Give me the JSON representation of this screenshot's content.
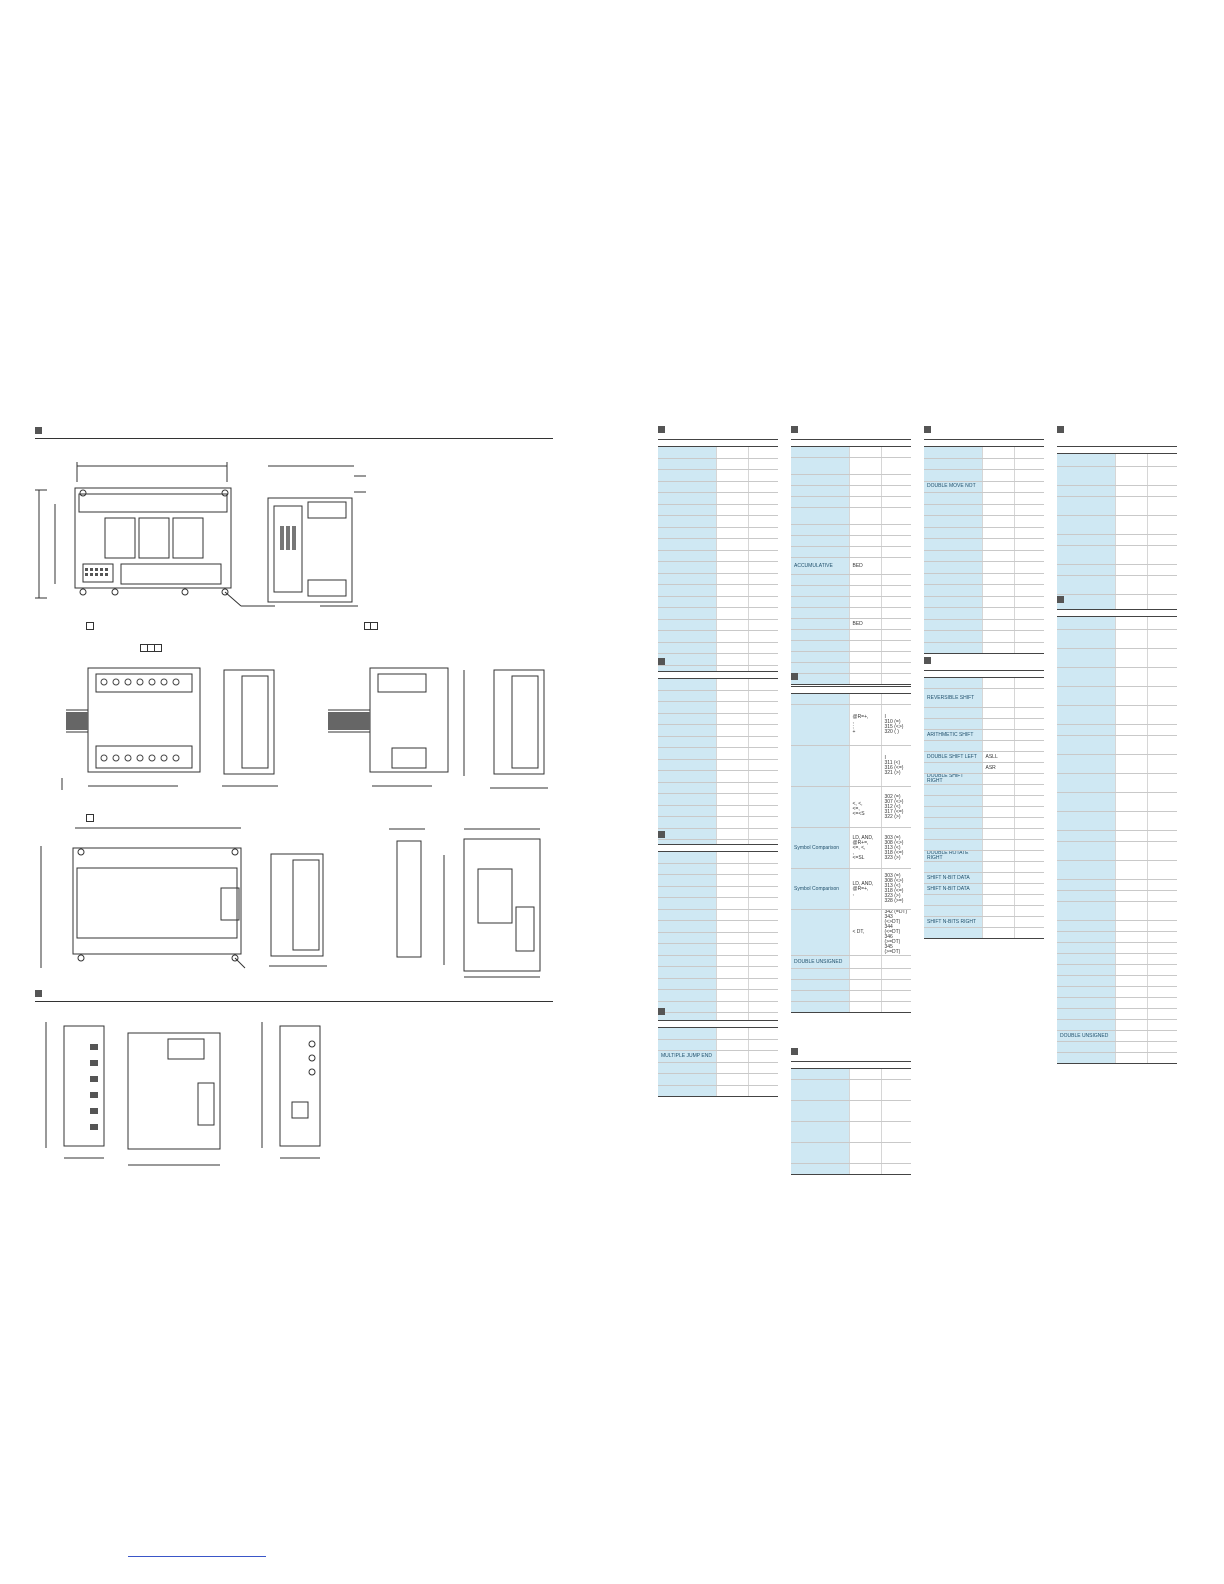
{
  "page": {
    "link_text": ""
  },
  "sections": {
    "dimensions": {
      "title": ""
    },
    "expansion_dimensions": {
      "title": ""
    }
  },
  "tables": [
    {
      "id": "t1",
      "rows": [
        [
          "",
          "",
          ""
        ],
        [
          "",
          "",
          ""
        ],
        [
          "",
          "",
          ""
        ],
        [
          "",
          "",
          ""
        ],
        [
          "",
          "",
          ""
        ],
        [
          "",
          "",
          ""
        ],
        [
          "",
          "",
          ""
        ],
        [
          "",
          "",
          ""
        ],
        [
          "",
          "",
          ""
        ],
        [
          "",
          "",
          ""
        ],
        [
          "",
          "",
          ""
        ],
        [
          "",
          "",
          ""
        ],
        [
          "",
          "",
          ""
        ],
        [
          "",
          "",
          ""
        ],
        [
          "",
          "",
          ""
        ],
        [
          "",
          "",
          ""
        ],
        [
          "",
          "",
          ""
        ],
        [
          "",
          "",
          ""
        ],
        [
          "",
          "",
          ""
        ],
        [
          "",
          "",
          ""
        ]
      ]
    },
    {
      "id": "t2",
      "rows": [
        [
          "",
          "",
          ""
        ],
        [
          "",
          "",
          ""
        ],
        [
          "",
          "",
          ""
        ],
        [
          "",
          "",
          ""
        ],
        [
          "",
          "",
          ""
        ],
        [
          "",
          "",
          ""
        ],
        [
          "",
          "",
          ""
        ],
        [
          "",
          "",
          ""
        ],
        [
          "",
          "",
          ""
        ],
        [
          "",
          "",
          ""
        ],
        [
          "",
          "",
          ""
        ],
        [
          "",
          "",
          ""
        ],
        [
          "",
          "",
          ""
        ],
        [
          "",
          "",
          ""
        ],
        [
          "",
          "",
          ""
        ],
        [
          "",
          "",
          ""
        ],
        [
          "",
          "",
          ""
        ]
      ]
    },
    {
      "id": "t3",
      "rows": [
        [
          "",
          "",
          ""
        ],
        [
          "",
          "",
          ""
        ],
        [
          "",
          "",
          ""
        ],
        [
          "",
          "",
          ""
        ],
        [
          "",
          "",
          ""
        ],
        [
          "",
          "",
          ""
        ],
        [
          "",
          "",
          ""
        ],
        [
          "",
          "",
          ""
        ],
        [
          "",
          "",
          ""
        ],
        [
          "",
          "",
          ""
        ],
        [
          "",
          "",
          ""
        ],
        [
          "",
          "",
          ""
        ],
        [
          "",
          "",
          ""
        ],
        [
          "",
          "",
          ""
        ],
        [
          "",
          "",
          ""
        ]
      ]
    },
    {
      "id": "t4",
      "rows": [
        [
          "",
          "",
          ""
        ],
        [
          "",
          "",
          ""
        ],
        [
          "MULTIPLE JUMP END",
          "",
          ""
        ],
        [
          "",
          "",
          ""
        ],
        [
          "",
          "",
          ""
        ],
        [
          "",
          "",
          ""
        ]
      ]
    },
    {
      "id": "t5",
      "rows": [
        [
          "",
          "",
          ""
        ],
        [
          "",
          "",
          ""
        ],
        [
          "",
          "",
          ""
        ],
        [
          "",
          "",
          ""
        ],
        [
          "",
          "",
          ""
        ],
        [
          "",
          "",
          ""
        ],
        [
          "",
          "",
          ""
        ],
        [
          "",
          "",
          ""
        ],
        [
          "",
          "",
          ""
        ],
        [
          "ACCUMULATIVE",
          "BED",
          ""
        ],
        [
          "",
          "",
          ""
        ],
        [
          "",
          "",
          ""
        ],
        [
          "",
          "",
          ""
        ],
        [
          "",
          "",
          ""
        ],
        [
          "",
          "BED",
          ""
        ],
        [
          "",
          "",
          ""
        ],
        [
          "",
          "",
          ""
        ],
        [
          "",
          "",
          ""
        ],
        [
          "",
          "",
          ""
        ],
        [
          "",
          "",
          ""
        ]
      ]
    },
    {
      "id": "t6",
      "rows": [
        [
          "",
          "",
          ""
        ],
        [
          "",
          "@R=+,\n,\n;\n+",
          "I\n310 (=)\n315 (<>)\n320 (   )"
        ],
        [
          "",
          "",
          "I\n311 (<)\n316 (<=)\n321 (>)"
        ],
        [
          "",
          "\n<, <,\n<=,\n<=<S",
          "302 (=)\n307 (<>)\n312 (<)\n317 (<=)\n322 (>)"
        ],
        [
          "Symbol Comparison",
          "LD, AND,\n@R+=,\n<=, <,\n,\n<=SL",
          "303 (=)\n308 (<>)\n313 (<)\n318 (<=)\n323 (>)"
        ],
        [
          "Symbol Comparison",
          "LD, AND,\n@R=+,\n,\n",
          "303 (=)\n308 (<>)\n313 (<)\n318 (<=)\n323 (>)\n328 (>=)"
        ],
        [
          "",
          "< DT,",
          "342 (=DT)\n343 (<>DT)\n344 (<=DT)\n346 (>=DT)\n345 (>=DT)"
        ],
        [
          "DOUBLE UNSIGNED",
          "",
          ""
        ],
        [
          "",
          "",
          ""
        ],
        [
          "",
          "",
          ""
        ],
        [
          "",
          "",
          ""
        ],
        [
          "",
          "",
          ""
        ]
      ]
    },
    {
      "id": "t7",
      "rows": [
        [
          "",
          "",
          ""
        ],
        [
          "",
          "",
          ""
        ],
        [
          "",
          "",
          ""
        ],
        [
          "",
          "",
          ""
        ],
        [
          "",
          "",
          ""
        ],
        [
          "",
          "",
          ""
        ]
      ]
    },
    {
      "id": "t8",
      "rows": [
        [
          "",
          "",
          ""
        ],
        [
          "",
          "",
          ""
        ],
        [
          "",
          "",
          ""
        ],
        [
          "DOUBLE MOVE NOT",
          "",
          ""
        ],
        [
          "",
          "",
          ""
        ],
        [
          "",
          "",
          ""
        ],
        [
          "",
          "",
          ""
        ],
        [
          "",
          "",
          ""
        ],
        [
          "",
          "",
          ""
        ],
        [
          "",
          "",
          ""
        ],
        [
          "",
          "",
          ""
        ],
        [
          "",
          "",
          ""
        ],
        [
          "",
          "",
          ""
        ],
        [
          "",
          "",
          ""
        ],
        [
          "",
          "",
          ""
        ],
        [
          "",
          "",
          ""
        ],
        [
          "",
          "",
          ""
        ],
        [
          "",
          "",
          ""
        ]
      ]
    },
    {
      "id": "t9",
      "rows": [
        [
          "",
          "",
          ""
        ],
        [
          "REVERSIBLE SHIFT",
          "",
          ""
        ],
        [
          "",
          "",
          ""
        ],
        [
          "",
          "",
          ""
        ],
        [
          "ARITHMETIC SHIFT",
          "",
          ""
        ],
        [
          "",
          "",
          ""
        ],
        [
          "DOUBLE SHIFT LEFT",
          "ASLL",
          ""
        ],
        [
          "",
          "ASR",
          ""
        ],
        [
          "DOUBLE SHIFT RIGHT",
          "",
          ""
        ],
        [
          "",
          "",
          ""
        ],
        [
          "",
          "",
          ""
        ],
        [
          "",
          "",
          ""
        ],
        [
          "",
          "",
          ""
        ],
        [
          "",
          "",
          ""
        ],
        [
          "",
          "",
          ""
        ],
        [
          "DOUBLE ROTATE RIGHT",
          "",
          ""
        ],
        [
          "",
          "",
          ""
        ],
        [
          "SHIFT N-BIT DATA",
          "",
          ""
        ],
        [
          "SHIFT N-BIT DATA",
          "",
          ""
        ],
        [
          "",
          "",
          ""
        ],
        [
          "",
          "",
          ""
        ],
        [
          "SHIFT N-BITS RIGHT",
          "",
          ""
        ],
        [
          "",
          "",
          ""
        ]
      ]
    },
    {
      "id": "t10",
      "rows": [
        [
          "",
          "",
          ""
        ],
        [
          "",
          "",
          ""
        ],
        [
          "",
          "",
          ""
        ],
        [
          "",
          "",
          ""
        ],
        [
          "",
          "",
          ""
        ],
        [
          "",
          "",
          ""
        ],
        [
          "",
          "",
          ""
        ],
        [
          "",
          "",
          ""
        ],
        [
          "",
          "",
          ""
        ],
        [
          "",
          "",
          ""
        ],
        [
          "",
          "",
          ""
        ]
      ]
    },
    {
      "id": "t11",
      "rows": [
        [
          "",
          "",
          ""
        ],
        [
          "",
          "",
          ""
        ],
        [
          "",
          "",
          ""
        ],
        [
          "",
          "",
          ""
        ],
        [
          "",
          "",
          ""
        ],
        [
          "",
          "",
          ""
        ],
        [
          "",
          "",
          ""
        ],
        [
          "",
          "",
          ""
        ],
        [
          "",
          "",
          ""
        ],
        [
          "",
          "",
          ""
        ],
        [
          "",
          "",
          ""
        ],
        [
          "",
          "",
          ""
        ],
        [
          "",
          "",
          ""
        ],
        [
          "",
          "",
          ""
        ],
        [
          "",
          "",
          ""
        ],
        [
          "",
          "",
          ""
        ],
        [
          "",
          "",
          ""
        ],
        [
          "",
          "",
          ""
        ],
        [
          "",
          "",
          ""
        ],
        [
          "",
          "",
          ""
        ],
        [
          "",
          "",
          ""
        ],
        [
          "",
          "",
          ""
        ],
        [
          "",
          "",
          ""
        ],
        [
          "",
          "",
          ""
        ],
        [
          "",
          "",
          ""
        ],
        [
          "",
          "",
          ""
        ],
        [
          "",
          "",
          ""
        ],
        [
          "",
          "",
          ""
        ],
        [
          "DOUBLE UNSIGNED",
          "",
          ""
        ],
        [
          "",
          "",
          ""
        ],
        [
          "",
          "",
          ""
        ]
      ]
    }
  ]
}
